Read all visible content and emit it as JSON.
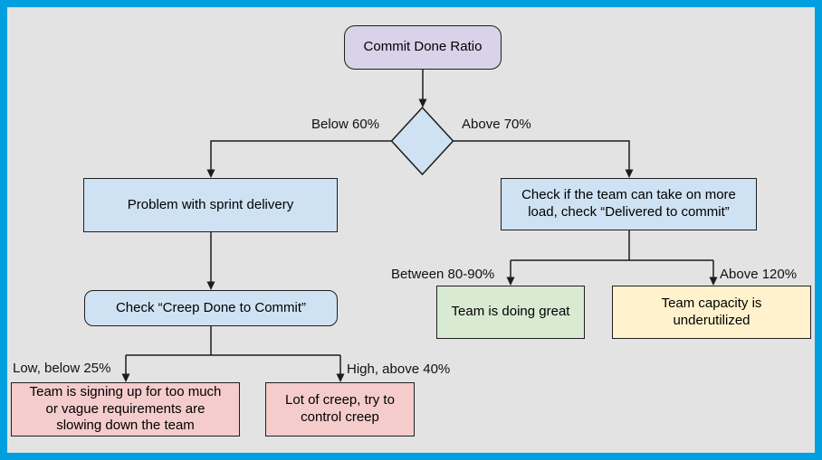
{
  "colors": {
    "page_border": "#009fe0",
    "background": "#e3e3e3",
    "node_purple": "#d9d2e9",
    "node_blue": "#cfe2f3",
    "node_pink": "#f4cccc",
    "node_green": "#d9ead3",
    "node_yellow": "#fff2cc",
    "stroke": "#1c1c1c"
  },
  "flowchart": {
    "nodes": {
      "root": {
        "label": "Commit Done Ratio"
      },
      "problem": {
        "label": "Problem with sprint delivery"
      },
      "check_load": {
        "label": "Check if the team can take on more load, check “Delivered to commit”"
      },
      "check_creep": {
        "label": "Check “Creep Done to Commit”"
      },
      "overcommit": {
        "label": "Team is signing up for too much or vague requirements are slowing down the team"
      },
      "creep": {
        "label": "Lot of creep, try to control creep"
      },
      "great": {
        "label": "Team is doing great"
      },
      "underutilized": {
        "label": "Team capacity is underutilized"
      }
    },
    "edge_labels": {
      "below_60": "Below 60%",
      "above_70": "Above 70%",
      "low_below_25": "Low, below 25%",
      "high_above_40": "High, above 40%",
      "between_80_90": "Between 80-90%",
      "above_120": "Above 120%"
    }
  }
}
